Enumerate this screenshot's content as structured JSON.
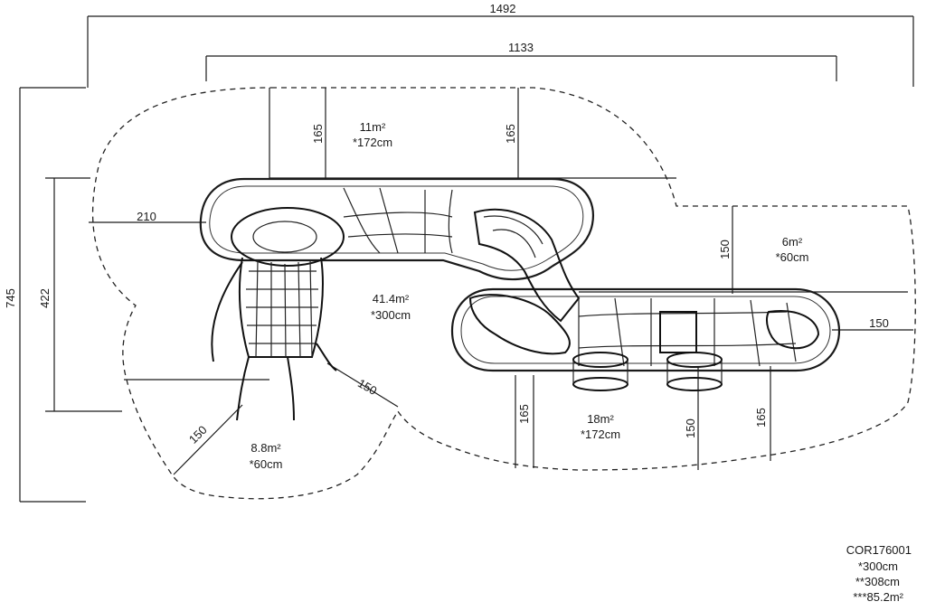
{
  "dimensions": {
    "total_length": "1492",
    "frame_length": "1133",
    "total_width": "745",
    "frame_width": "422",
    "left_clearance": "210",
    "right_clearance": "150",
    "top_clearance_left": "165",
    "top_clearance_right": "165",
    "right_zone_clearance": "150",
    "bottom_clearance_left": "165",
    "bottom_clearance_mid": "150",
    "bottom_clearance_right": "165",
    "diag_clearance_lower_left": "150",
    "diag_clearance_center": "150"
  },
  "zones": {
    "top": {
      "area": "11m²",
      "height": "*172cm"
    },
    "center": {
      "area": "41.4m²",
      "height": "*300cm"
    },
    "right": {
      "area": "6m²",
      "height": "*60cm"
    },
    "bottom": {
      "area": "18m²",
      "height": "*172cm"
    },
    "lower_left": {
      "area": "8.8m²",
      "height": "*60cm"
    }
  },
  "product": {
    "code": "COR176001",
    "height_1": "*300cm",
    "height_2": "**308cm",
    "area_total": "***85.2m²"
  }
}
